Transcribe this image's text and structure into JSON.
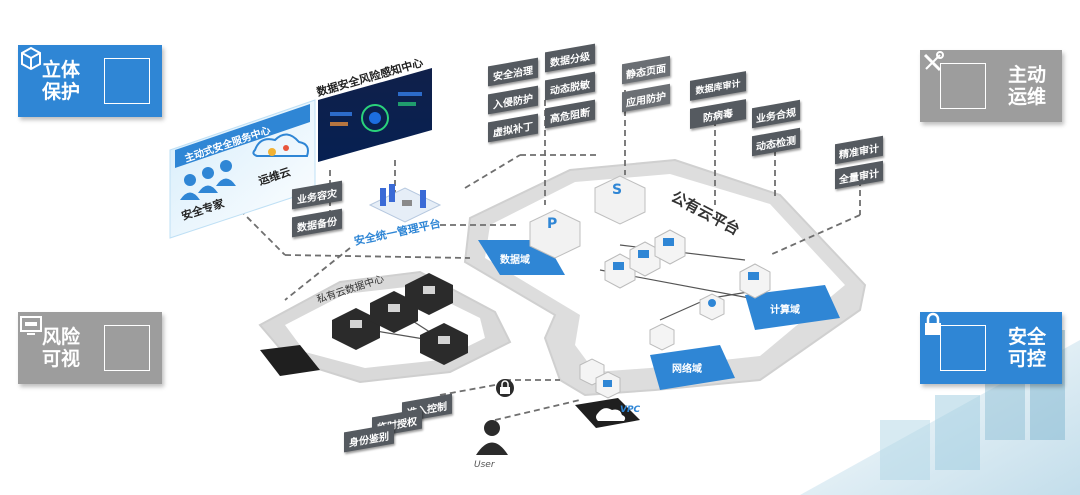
{
  "corners": {
    "top_left": {
      "label_line1": "立体",
      "label_line2": "保护",
      "icon": "cube-icon"
    },
    "top_right": {
      "label_line1": "主动",
      "label_line2": "运维",
      "icon": "tools-icon"
    },
    "bottom_left": {
      "label_line1": "风险",
      "label_line2": "可视",
      "icon": "monitor-icon"
    },
    "bottom_right": {
      "label_line1": "安全",
      "label_line2": "可控",
      "icon": "lock-icon"
    }
  },
  "service_center": {
    "title": "主动式安全服务中心",
    "expert_label": "安全专家",
    "cloud_label": "运维云"
  },
  "risk_center": {
    "title": "数据安全风险感知中心"
  },
  "tags": {
    "security_governance": "安全治理",
    "data_classification": "数据分级",
    "intrusion_prevention": "入侵防护",
    "dynamic_desensitization": "动态脱敏",
    "virtual_patch": "虚拟补丁",
    "high_risk_blocking": "高危阻断",
    "webpage_tamper": "静态页面",
    "app_protection": "应用防护",
    "db_audit": "数据库审计",
    "anti_virus": "防病毒",
    "business_compliance": "业务合规",
    "dynamic_monitor": "动态检测",
    "log_audit": "精准审计",
    "full_audit": "全量审计",
    "business_disaster": "业务容灾",
    "data_backup": "数据备份",
    "access_control": "准入控制",
    "temp_authorization": "临时授权",
    "identity_auth": "身份鉴别"
  },
  "unified_platform": "安全统一管理平台",
  "public_cloud": "公有云平台",
  "private_center": "私有云数据中心",
  "zones": {
    "data_zone": "数据域",
    "compute_zone": "计算域",
    "boundary_zone": "网络域"
  },
  "user_label": "User",
  "vpc_label": "VPC",
  "colors": {
    "accent_blue": "#2f86d5",
    "corner_grey": "#9d9d9d",
    "tag_dark": "#555a60"
  }
}
